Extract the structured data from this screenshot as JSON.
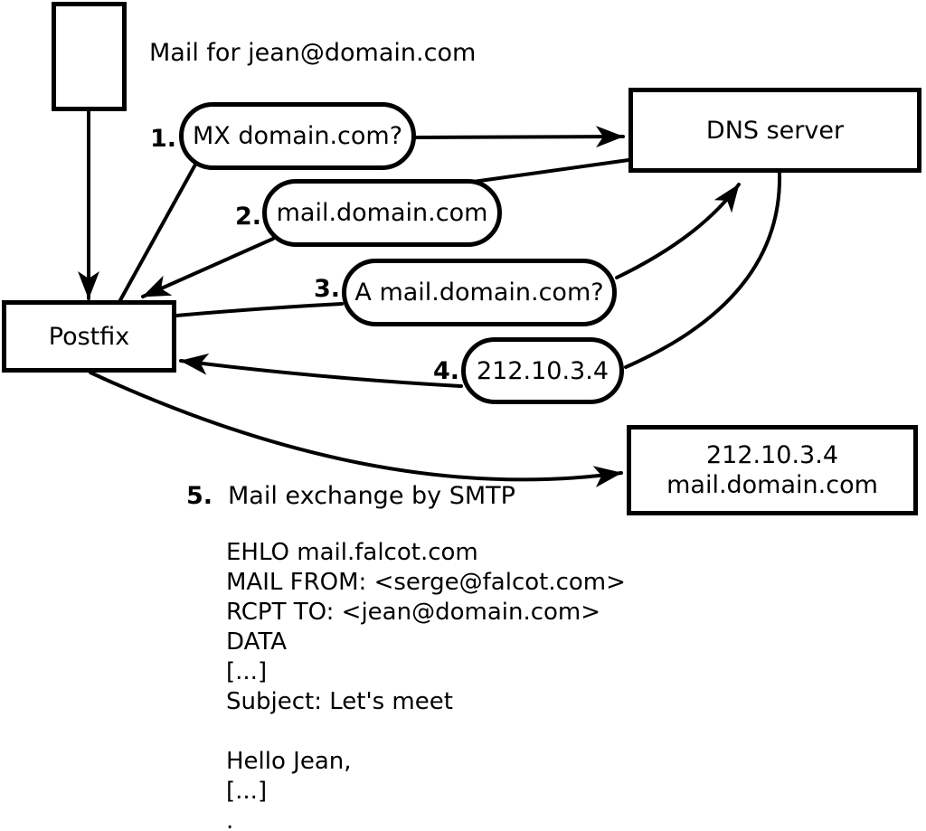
{
  "colors": {
    "background": "#ffffff",
    "ink": "#000000"
  },
  "nodes": {
    "mail_note": "Mail for jean@domain.com",
    "postfix": "Postfix",
    "dns_server": "DNS server",
    "destination_line1": "212.10.3.4",
    "destination_line2": "mail.domain.com"
  },
  "steps": [
    {
      "num": "1.",
      "label": "MX domain.com?"
    },
    {
      "num": "2.",
      "label": "mail.domain.com"
    },
    {
      "num": "3.",
      "label": "A mail.domain.com?"
    },
    {
      "num": "4.",
      "label": "212.10.3.4"
    },
    {
      "num": "5.",
      "label": "Mail exchange by SMTP"
    }
  ],
  "smtp": {
    "lines": [
      "EHLO mail.falcot.com",
      "MAIL FROM: <serge@falcot.com>",
      "RCPT TO: <jean@domain.com>",
      "DATA",
      "[...]",
      "Subject: Let's meet",
      "",
      "Hello Jean,",
      "[...]",
      "."
    ]
  }
}
